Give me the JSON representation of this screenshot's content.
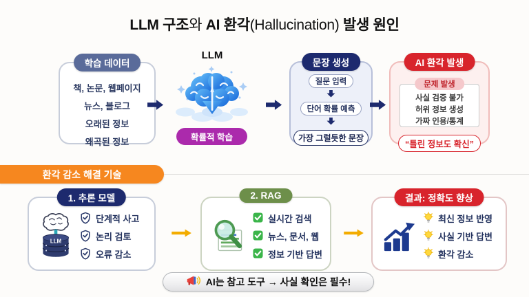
{
  "title": {
    "seg1": "LLM 구조",
    "seg2": "와 ",
    "seg3": "AI 환각",
    "seg4": "(Hallucination)",
    "seg5": " 발생 원인"
  },
  "flow": {
    "training": {
      "header": "학습 데이터",
      "items": [
        "책, 논문, 웹페이지",
        "뉴스, 블로그",
        "오래된 정보",
        "왜곡된 정보"
      ]
    },
    "llm": {
      "label": "LLM",
      "badge": "확률적 학습",
      "icon": "brain-cloud-icon"
    },
    "generation": {
      "header": "문장 생성",
      "step1": "질문 입력",
      "step2": "단어 확률 예측",
      "result": "가장 그럴듯한 문장"
    },
    "hallucination": {
      "header": "AI 환각 발생",
      "subheader": "문제 발생",
      "items": [
        "사실 검증 불가",
        "허위 정보 생성",
        "가짜 인용/통계"
      ],
      "quote": "“틀린 정보도 확신”"
    }
  },
  "solutions": {
    "banner": "환각 감소 해결 기술",
    "cards": [
      {
        "header": "1. 추론 모델",
        "icon": "brain-database-icon",
        "db_label": "LLM",
        "bullet_icon": "shield-check-icon",
        "items": [
          "단계적 사고",
          "논리 검토",
          "오류 감소"
        ]
      },
      {
        "header": "2. RAG",
        "icon": "search-document-icon",
        "bullet_icon": "green-checkbox-icon",
        "items": [
          "실시간 검색",
          "뉴스, 문서, 웹",
          "정보 기반 답변"
        ]
      },
      {
        "header": "결과: 정확도 향상",
        "icon": "rising-chart-icon",
        "bullet_icon": "lightbulb-icon",
        "items": [
          "최신 정보 반영",
          "사실 기반 답변",
          "환각 감소"
        ]
      }
    ]
  },
  "footer": {
    "icon": "megaphone-icon",
    "note": "AI는 참고 도구 → 사실 확인은 필수!"
  },
  "colors": {
    "navy": "#1d2a6e",
    "slate": "#5a6b9a",
    "red": "#d8242c",
    "magenta": "#ab2aac",
    "olive": "#6d8f4a",
    "orange": "#f6871f",
    "amber": "#f3ac00",
    "green_check": "#3bb54a"
  }
}
